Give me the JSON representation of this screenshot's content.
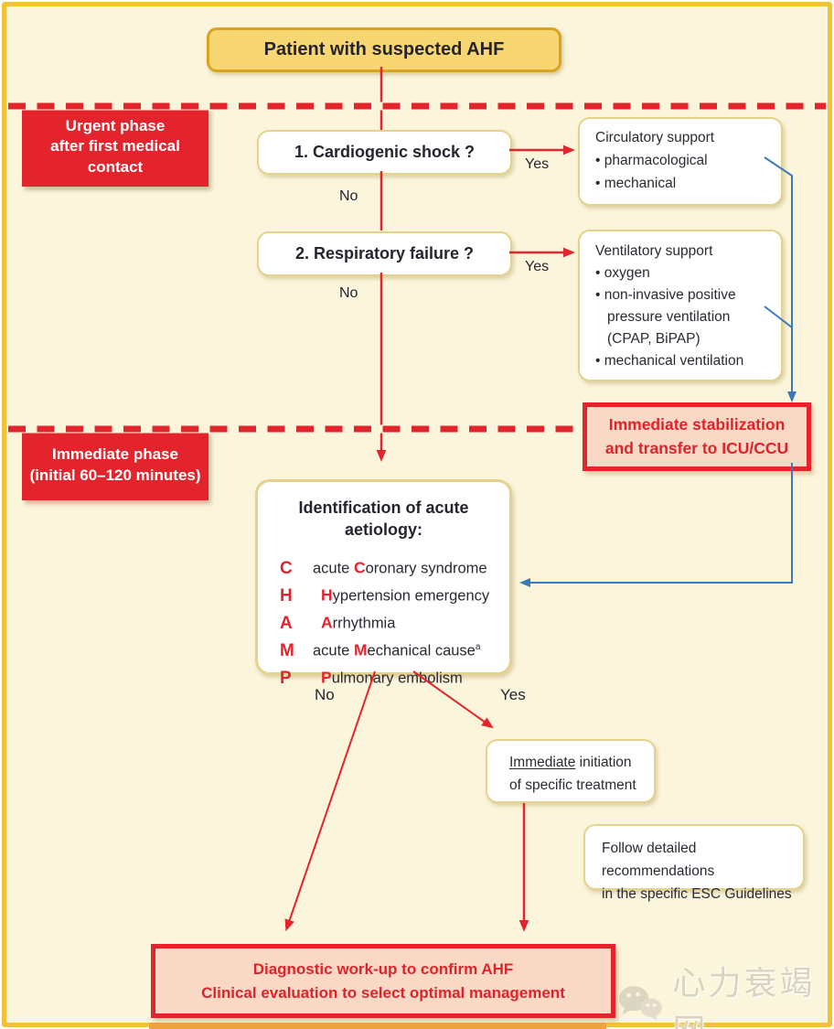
{
  "nodes": {
    "patient": {
      "title": "Patient with suspected AHF"
    },
    "urgent_phase": {
      "lines": [
        "Urgent phase",
        "after first medical",
        "contact"
      ]
    },
    "q1": {
      "label": "1. Cardiogenic shock ?"
    },
    "circulatory": {
      "lines": [
        "Circulatory support",
        "• pharmacological",
        "• mechanical"
      ]
    },
    "q2": {
      "label": "2. Respiratory failure ?"
    },
    "ventilatory": {
      "lines": [
        "Ventilatory support",
        "• oxygen",
        "• non-invasive positive",
        "pressure ventilation",
        "(CPAP, BiPAP)",
        "• mechanical ventilation"
      ]
    },
    "stabilization": {
      "lines": [
        "Immediate stabilization",
        "and transfer to ICU/CCU"
      ]
    },
    "immediate_phase": {
      "lines": [
        "Immediate phase",
        "(initial 60–120 minutes)"
      ]
    },
    "champ": {
      "title_lines": [
        "Identification of acute",
        "aetiology:"
      ],
      "items": [
        {
          "letter": "C",
          "pre": "acute ",
          "cap": "C",
          "rest": "oronary syndrome",
          "sup": ""
        },
        {
          "letter": "H",
          "pre": "",
          "cap": "H",
          "rest": "ypertension emergency",
          "sup": ""
        },
        {
          "letter": "A",
          "pre": "",
          "cap": "A",
          "rest": "rrhythmia",
          "sup": ""
        },
        {
          "letter": "M",
          "pre": "acute ",
          "cap": "M",
          "rest": "echanical cause",
          "sup": "a"
        },
        {
          "letter": "P",
          "pre": "",
          "cap": "P",
          "rest": "ulmonary embolism",
          "sup": ""
        }
      ]
    },
    "initiation": {
      "underlined": "Immediate",
      "after_underlined": " initiation",
      "line2": "of specific treatment"
    },
    "esc_guidelines": {
      "lines": [
        "Follow detailed recommendations",
        "in the specific ESC Guidelines"
      ]
    },
    "diagnostic": {
      "lines": [
        "Diagnostic work-up to confirm AHF",
        "Clinical evaluation to select optimal management"
      ]
    }
  },
  "branches": {
    "q1_yes": "Yes",
    "q1_no": "No",
    "q2_yes": "Yes",
    "q2_no": "No",
    "champ_no": "No",
    "champ_yes": "Yes"
  },
  "watermark": {
    "text": "心力衰竭网"
  },
  "colors": {
    "red": "#e4242c",
    "blue": "#3a7ab9",
    "gold_frame": "#f2c235",
    "cream": "#fbf5dc",
    "pink": "#f9d8c6",
    "title_gold": "#f8d773"
  }
}
